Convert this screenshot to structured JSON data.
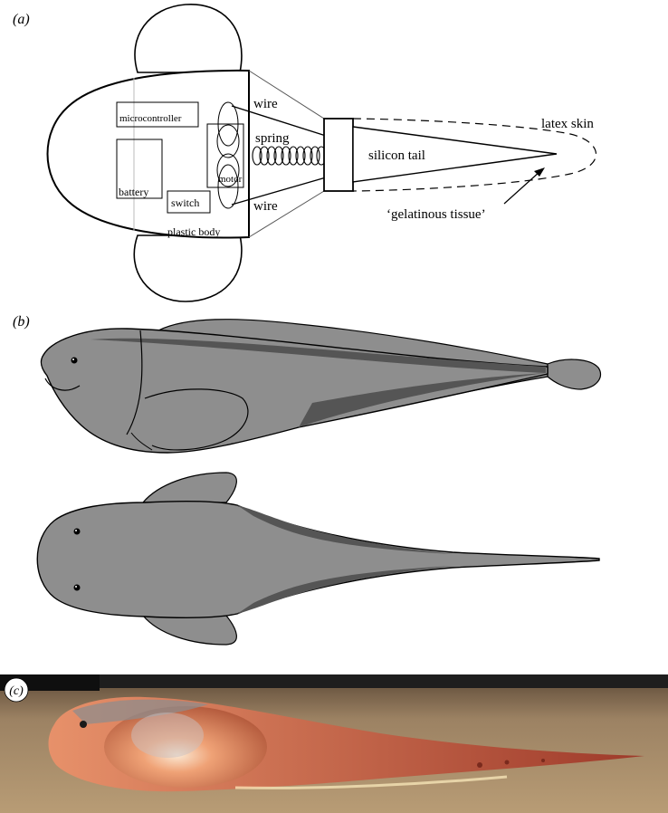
{
  "panels": {
    "a": {
      "label": "(a)",
      "parts": {
        "microcontroller": "microcontroller",
        "battery": "battery",
        "switch": "switch",
        "motor": "motor",
        "plastic_body": "plastic body",
        "wire_top": "wire",
        "wire_bottom": "wire",
        "spring": "spring",
        "silicon_tail": "silicon tail",
        "latex_skin": "latex skin",
        "gelatinous_tissue": "‘gelatinous tissue’"
      }
    },
    "b": {
      "label": "(b)"
    },
    "c": {
      "label": "(c)"
    }
  },
  "colors": {
    "fish_body": "#8e8e8e",
    "fish_dark_band": "#555555",
    "outline": "#000000",
    "photo_background": "#1e1e1e",
    "photo_surface": "#a88d6a",
    "specimen_glow": "#e58a5a"
  }
}
